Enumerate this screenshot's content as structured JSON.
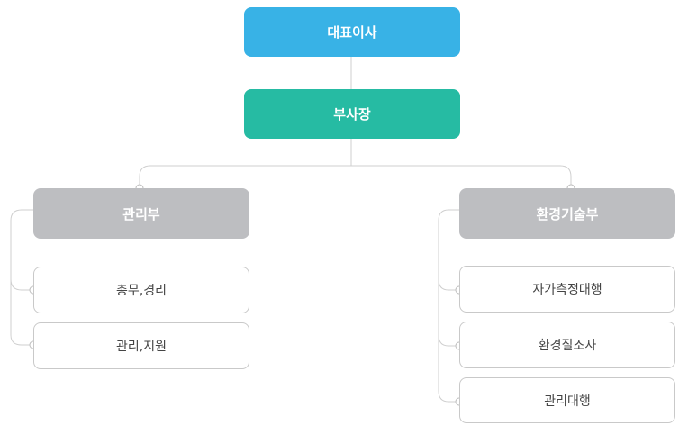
{
  "colors": {
    "ceo": "#38b2e6",
    "vp": "#26bba3",
    "dept": "#bdbec1",
    "line": "#cfcfcf"
  },
  "chart": {
    "ceo": {
      "label": "대표이사"
    },
    "vp": {
      "label": "부사장"
    },
    "departments": [
      {
        "label": "관리부",
        "teams": [
          "총무,경리",
          "관리,지원"
        ]
      },
      {
        "label": "환경기술부",
        "teams": [
          "자가측정대행",
          "환경질조사",
          "관리대행"
        ]
      }
    ]
  }
}
